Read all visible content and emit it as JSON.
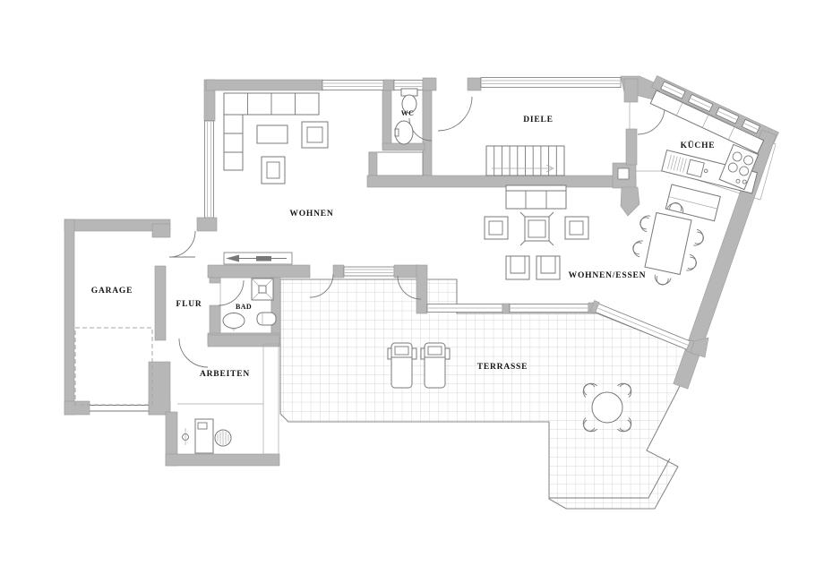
{
  "rooms": {
    "garage": {
      "label": "GARAGE"
    },
    "flur": {
      "label": "FLUR"
    },
    "bad": {
      "label": "BAD"
    },
    "wc": {
      "label": "WC"
    },
    "wohnen": {
      "label": "WOHNEN"
    },
    "diele": {
      "label": "DIELE"
    },
    "kueche": {
      "label": "KÜCHE"
    },
    "wohnen_essen": {
      "label": "WOHNEN/ESSEN"
    },
    "arbeiten": {
      "label": "ARBEITEN"
    },
    "terrasse": {
      "label": "TERRASSE"
    }
  },
  "colors": {
    "paper": "#ffffff",
    "wall": "#b7b7b7",
    "walledge": "#9a9a9a",
    "line": "#787878",
    "linelight": "#a8a8a8",
    "tile": "#d9d9d9",
    "tilet": "#c9c9c9",
    "hatch": "#8f8f8f",
    "outline": "#8a8a8a",
    "dashc": "#a5a5a5",
    "label": "#151515"
  }
}
